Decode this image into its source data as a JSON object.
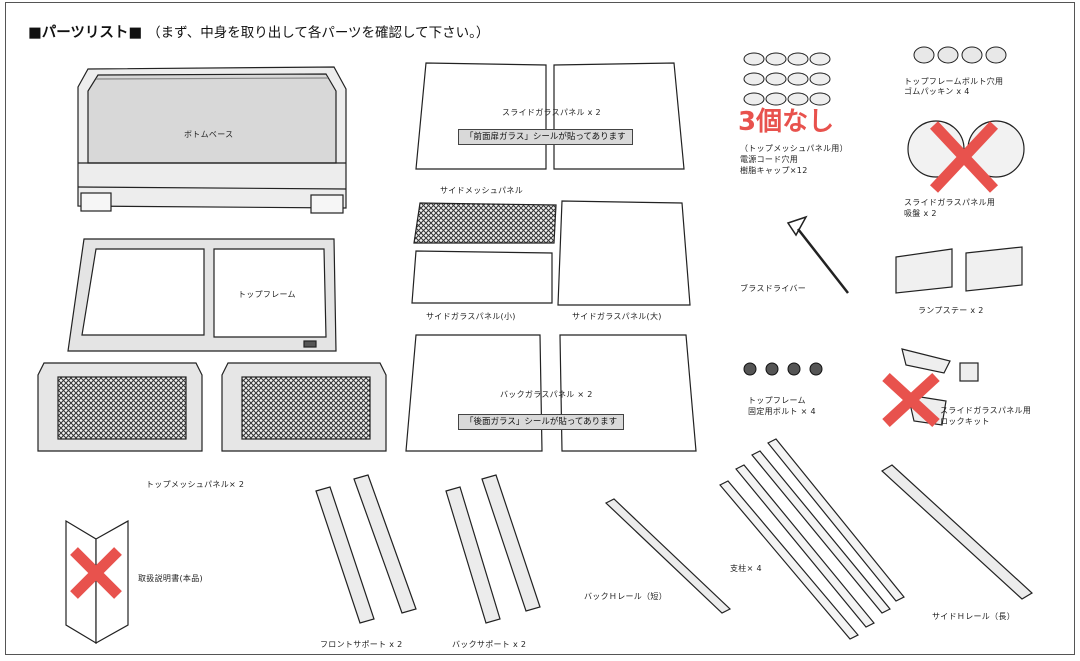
{
  "heading": {
    "title": "■パーツリスト■",
    "subtitle": "（まず、中身を取り出して各パーツを確認して下さい。）"
  },
  "note": "3個なし",
  "parts": {
    "bottom_base": "ボトムベース",
    "top_frame": "トップフレーム",
    "top_mesh_panel": "トップメッシュパネル× 2",
    "slide_glass_panel": "スライドガラスパネル x 2",
    "front_glass_sticker": "「前面扉ガラス」シールが貼ってあります",
    "side_mesh_panel": "サイドメッシュパネル",
    "side_glass_small": "サイドガラスパネル(小)",
    "side_glass_large": "サイドガラスパネル(大)",
    "back_glass_panel": "バックガラスパネル × 2",
    "back_glass_sticker": "「後面ガラス」シールが貼ってあります",
    "bolt_hole_gasket": [
      "トップフレームボルト穴用",
      "ゴムパッキン x 4"
    ],
    "resin_cap": [
      "（トップメッシュパネル用）",
      "電源コード穴用",
      "樹脂キャップ×12"
    ],
    "suction_cup": [
      "スライドガラスパネル用",
      "吸盤 x 2"
    ],
    "brass_driver": "ブラスドライバー",
    "lamp_stay": "ランプステー x 2",
    "fixing_bolt": [
      "トップフレーム",
      "固定用ボルト × 4"
    ],
    "lock_kit": [
      "スライドガラスパネル用",
      "ロックキット"
    ],
    "manual": "取扱説明書(本品)",
    "front_support": "フロントサポート x 2",
    "back_support": "バックサポート x 2",
    "back_h_rail": "バックＨレール（短）",
    "pillar": "支柱× 4",
    "side_h_rail": "サイドＨレール（長）"
  },
  "colors": {
    "note_red": "#e8524d",
    "cross_red": "#e8524d",
    "sticker_gray": "#d9d9d9"
  }
}
